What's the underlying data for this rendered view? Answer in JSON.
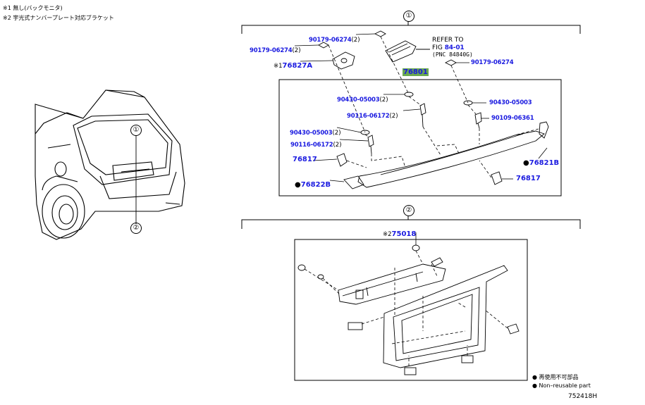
{
  "notes": [
    "※1 無し(バックモニタ)",
    "※2 宇光式ナンバープレート対応ブラケット"
  ],
  "section1": {
    "marker": "①",
    "labels": {
      "p90179_a": "90179-06274",
      "p90179_a_qty": "(2)",
      "p90179_b": "90179-06274",
      "p90179_b_qty": "(2)",
      "p76827a_prefix": "※1",
      "p76827a": "76827A",
      "refer_line1": "REFER TO",
      "refer_line2_prefix": "FIG",
      "refer_fig": "84-01",
      "refer_line3": "(PNC 84840G)",
      "p76801": "76801",
      "p90179_c": "90179-06274",
      "p90430_a": "90430-05003",
      "p90430_a_qty": "(2)",
      "p90116_a": "90116-06172",
      "p90116_a_qty": "(2)",
      "p90430_b": "90430-05003",
      "p90430_c": "90430-05003",
      "p90430_c_qty": "(2)",
      "p90109": "90109-06361",
      "p90116_b": "90116-06172",
      "p90116_b_qty": "(2)",
      "p76821b": "76821B",
      "p76817_a": "76817",
      "p76822b": "76822B",
      "p76817_b": "76817"
    }
  },
  "section2": {
    "marker": "②",
    "p75018_prefix": "※2",
    "p75018": "75018"
  },
  "car": {
    "marker1": "①",
    "marker2": "②"
  },
  "legend": {
    "line1": "再使用不可部品",
    "line2": "Non–reusable part",
    "bullet": "●"
  },
  "figure_code": "752418H"
}
